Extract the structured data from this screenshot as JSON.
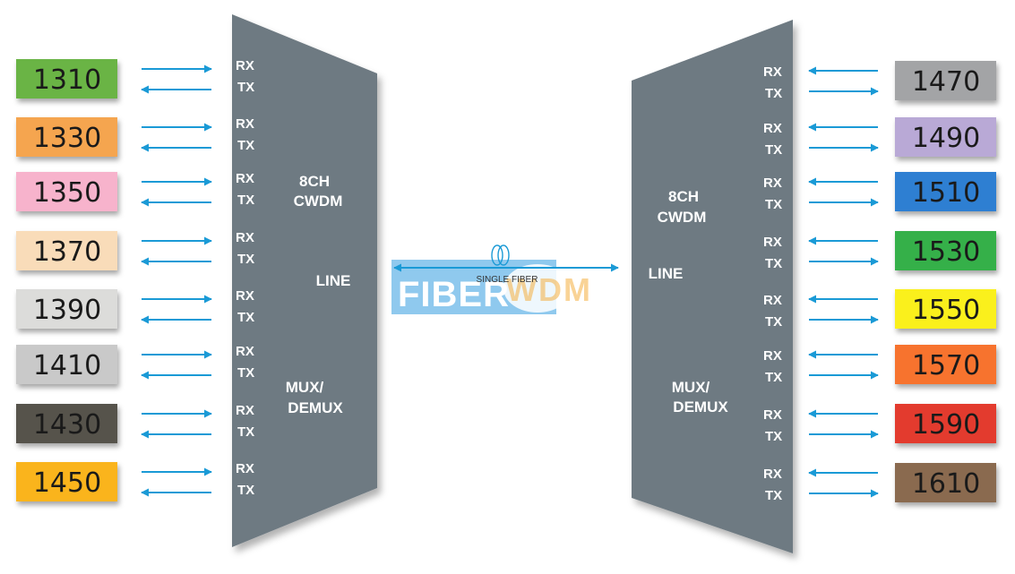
{
  "left_mux": {
    "title_line1": "8CH",
    "title_line2": "CWDM",
    "line_label": "LINE",
    "mux_line1": "MUX/",
    "mux_line2": "DEMUX",
    "rx_label": "RX",
    "tx_label": "TX"
  },
  "right_mux": {
    "title_line1": "8CH",
    "title_line2": "CWDM",
    "line_label": "LINE",
    "mux_line1": "MUX/",
    "mux_line2": "DEMUX",
    "rx_label": "RX",
    "tx_label": "TX"
  },
  "fiber_label": "SINGLE FIBER",
  "logo": {
    "part1": "FIBER",
    "part2": "WDM"
  },
  "left_channels": [
    {
      "wavelength": "1310",
      "color": "#6ab445"
    },
    {
      "wavelength": "1330",
      "color": "#f5a54f"
    },
    {
      "wavelength": "1350",
      "color": "#f7b3cc"
    },
    {
      "wavelength": "1370",
      "color": "#f9dcb9"
    },
    {
      "wavelength": "1390",
      "color": "#dcdcda"
    },
    {
      "wavelength": "1410",
      "color": "#c9c9c9"
    },
    {
      "wavelength": "1430",
      "color": "#56524c"
    },
    {
      "wavelength": "1450",
      "color": "#fab41e"
    }
  ],
  "right_channels": [
    {
      "wavelength": "1470",
      "color": "#a3a4a6"
    },
    {
      "wavelength": "1490",
      "color": "#b9a9d6"
    },
    {
      "wavelength": "1510",
      "color": "#2f7fd2"
    },
    {
      "wavelength": "1530",
      "color": "#35b04a"
    },
    {
      "wavelength": "1550",
      "color": "#faf01e"
    },
    {
      "wavelength": "1570",
      "color": "#f7732f"
    },
    {
      "wavelength": "1590",
      "color": "#e33b2f"
    },
    {
      "wavelength": "1610",
      "color": "#8a6a4f"
    }
  ],
  "colors": {
    "mux_body": "#6e7a82",
    "arrow": "#1a9ad6",
    "logo_blue": "#8fc9ee",
    "logo_orange": "#f5b041"
  }
}
